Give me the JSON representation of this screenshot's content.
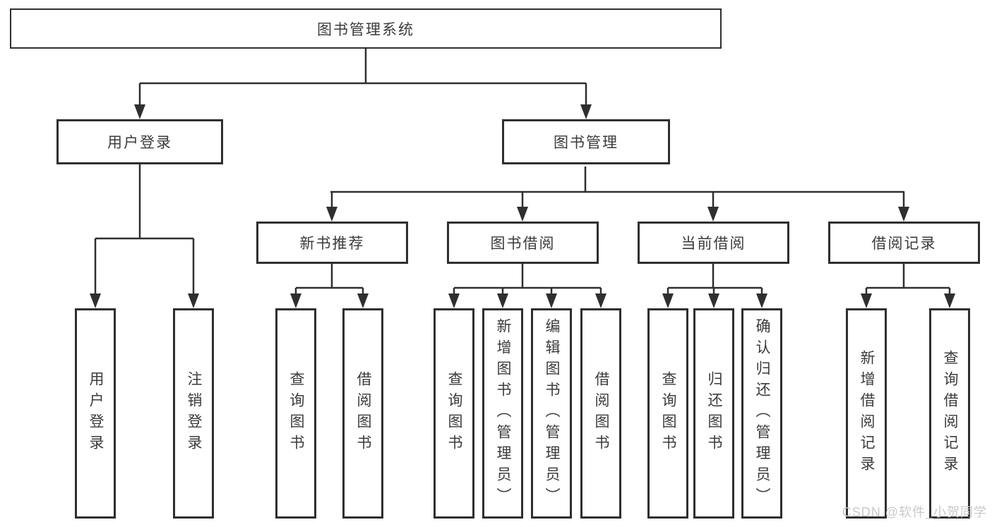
{
  "diagram": {
    "type": "tree",
    "watermark": "CSDN @软件_小贺同学",
    "colors": {
      "line": "#2f2f2f",
      "border": "#2f2f2f",
      "text": "#3b3b3b",
      "background": "#ffffff",
      "watermark": "#c9c9c9"
    },
    "root": {
      "label": "图书管理系统"
    },
    "level2": [
      {
        "label": "用户登录",
        "children": [
          "用户登录",
          "注销登录"
        ]
      },
      {
        "label": "图书管理"
      }
    ],
    "level3": [
      {
        "label": "新书推荐",
        "children": [
          "查询图书",
          "借阅图书"
        ]
      },
      {
        "label": "图书借阅",
        "children": [
          "查询图书",
          "新增图书（管理员）",
          "编辑图书（管理员）",
          "借阅图书"
        ]
      },
      {
        "label": "当前借阅",
        "children": [
          "查询图书",
          "归还图书",
          "确认归还（管理员）"
        ]
      },
      {
        "label": "借阅记录",
        "children": [
          "新增借阅记录",
          "查询借阅记录"
        ]
      }
    ]
  }
}
